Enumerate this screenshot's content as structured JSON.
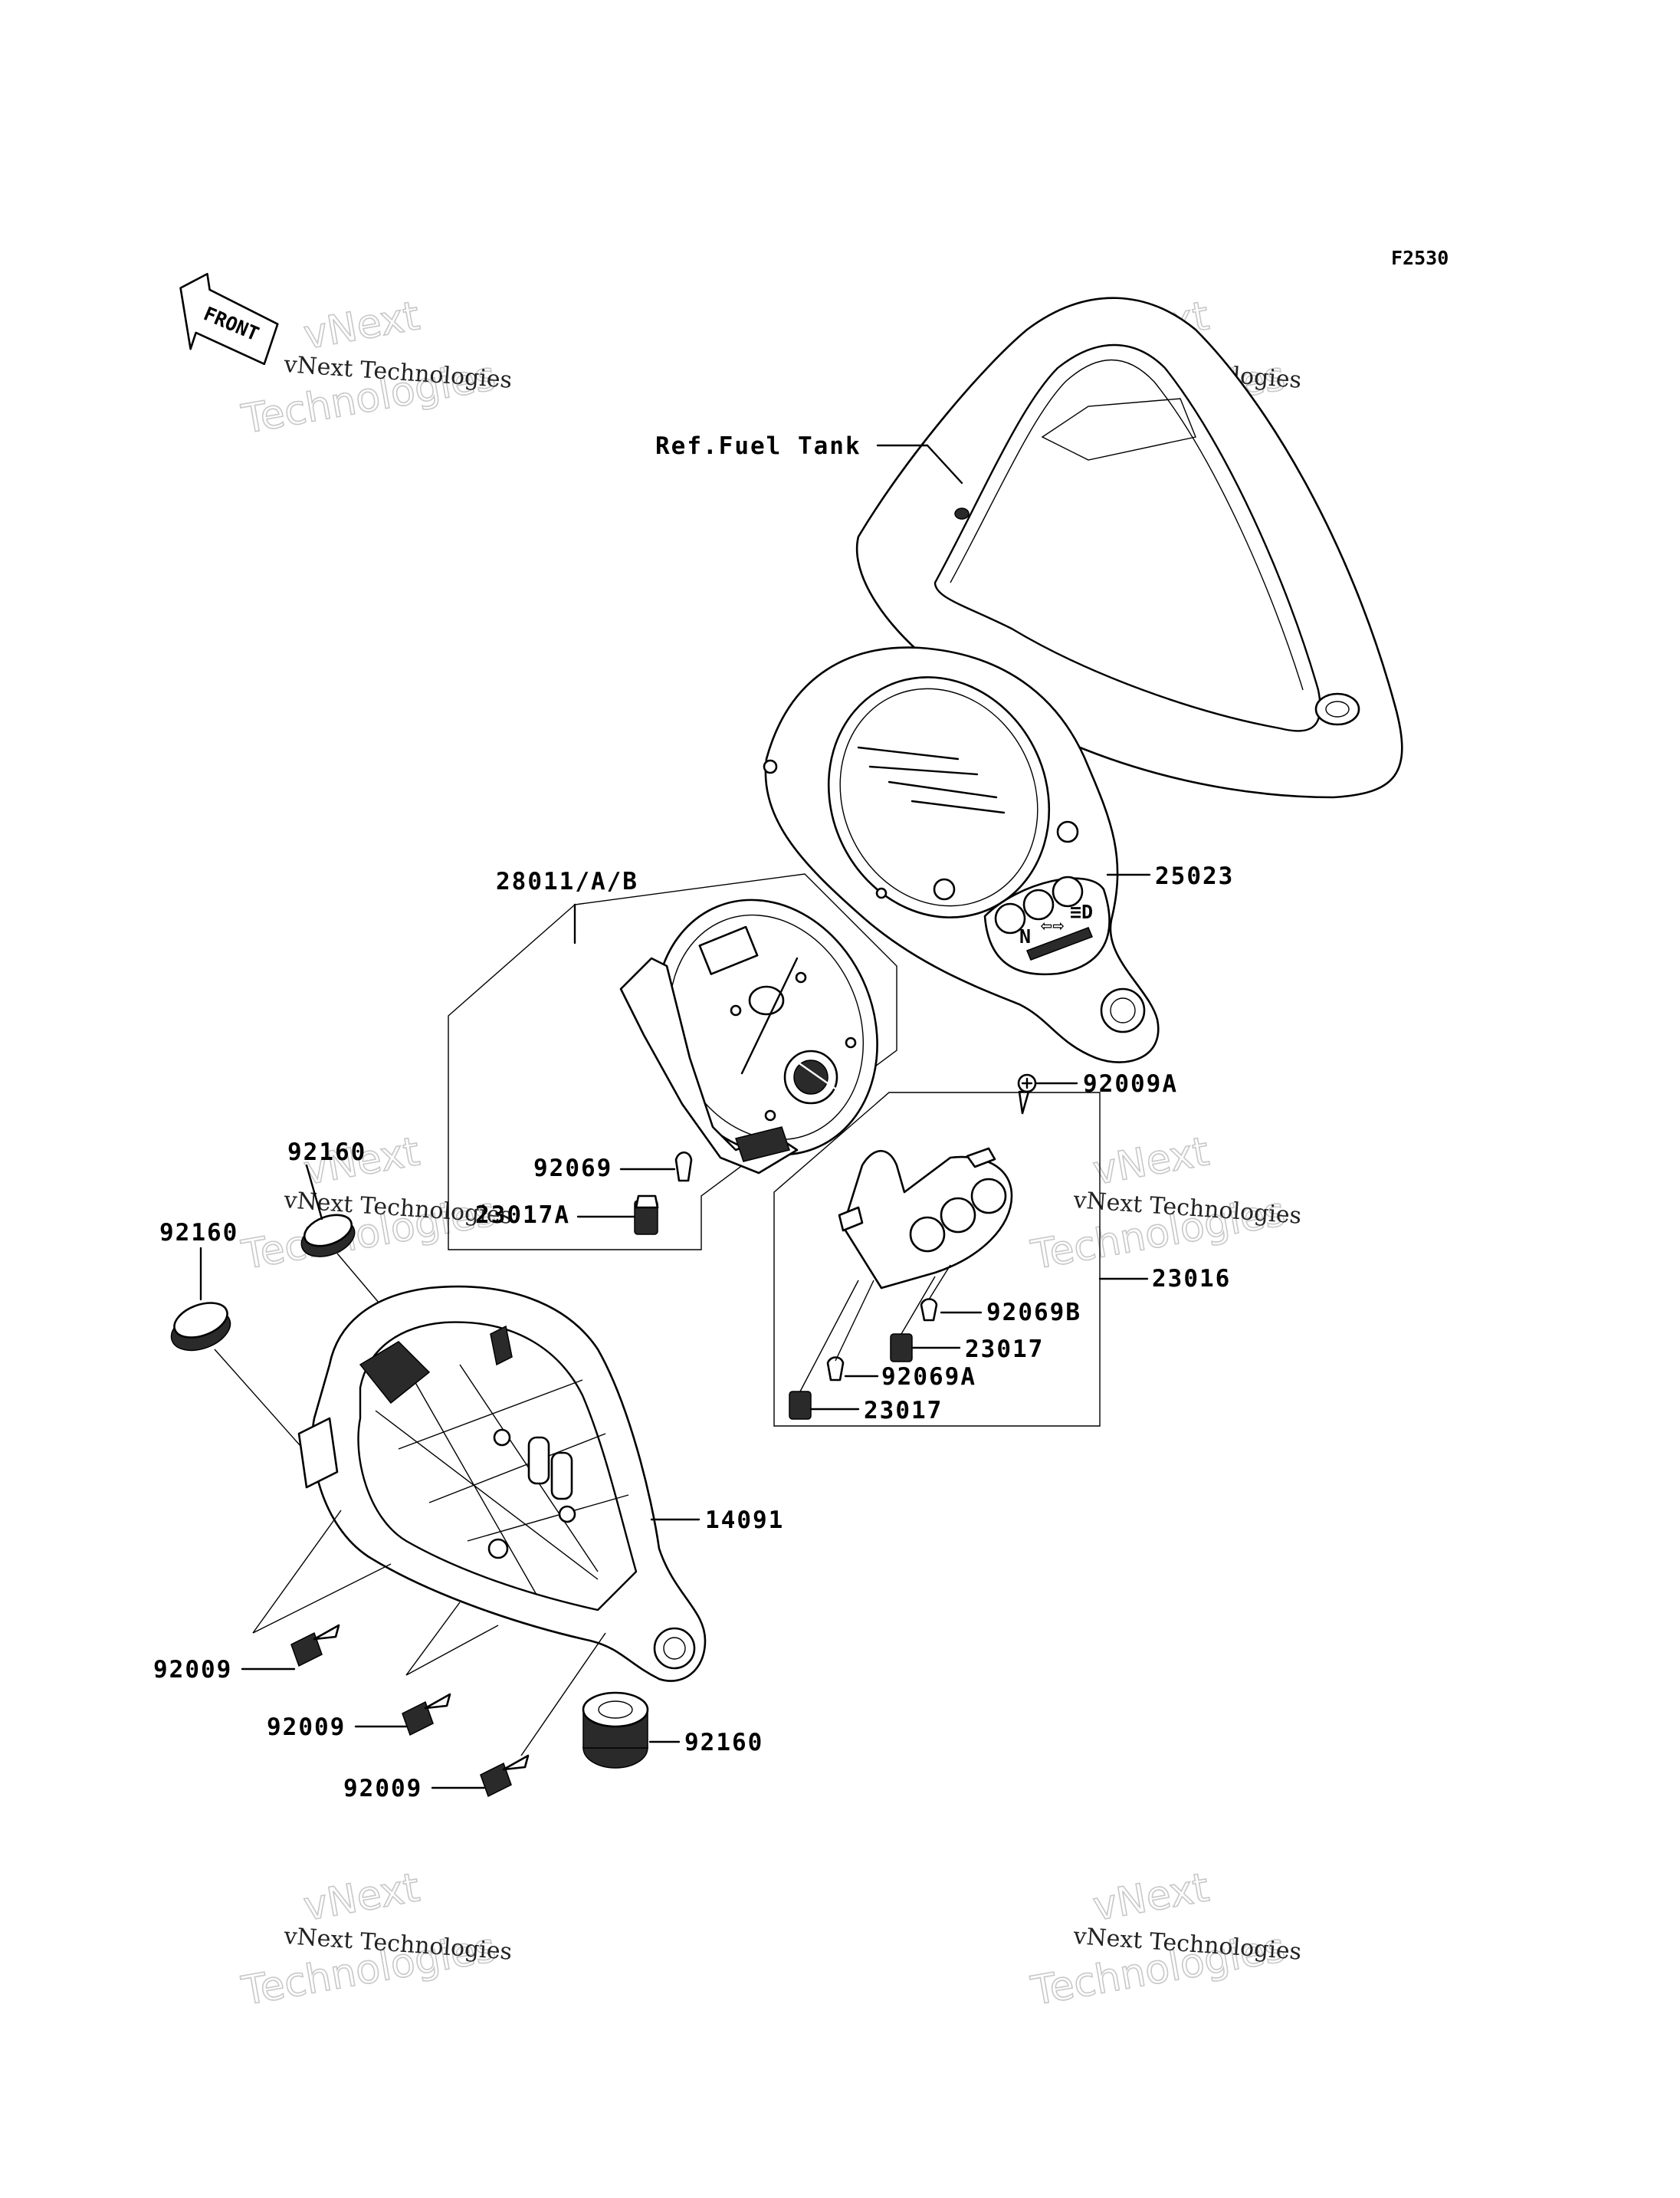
{
  "figure_code": "F2530",
  "front_arrow_text": "FRONT",
  "watermark": {
    "small": "vNext Technologies",
    "big_line1": "vNext",
    "big_line2": "Technologies"
  },
  "callouts": {
    "ref_fuel_tank": "Ref.Fuel Tank",
    "p25023": "25023",
    "p28011": "28011/A/B",
    "p92069": "92069",
    "p23017A": "23017A",
    "p92009A": "92009A",
    "p23016": "23016",
    "p92069B": "92069B",
    "p23017_upper": "23017",
    "p92069A": "92069A",
    "p23017_lower": "23017",
    "p92160_top": "92160",
    "p92160_left": "92160",
    "p14091": "14091",
    "p92009_1": "92009",
    "p92009_2": "92009",
    "p92009_3": "92009",
    "p92160_bottom": "92160"
  },
  "indicator_labels": [
    "N",
    "⇦⇨",
    "≡D"
  ]
}
